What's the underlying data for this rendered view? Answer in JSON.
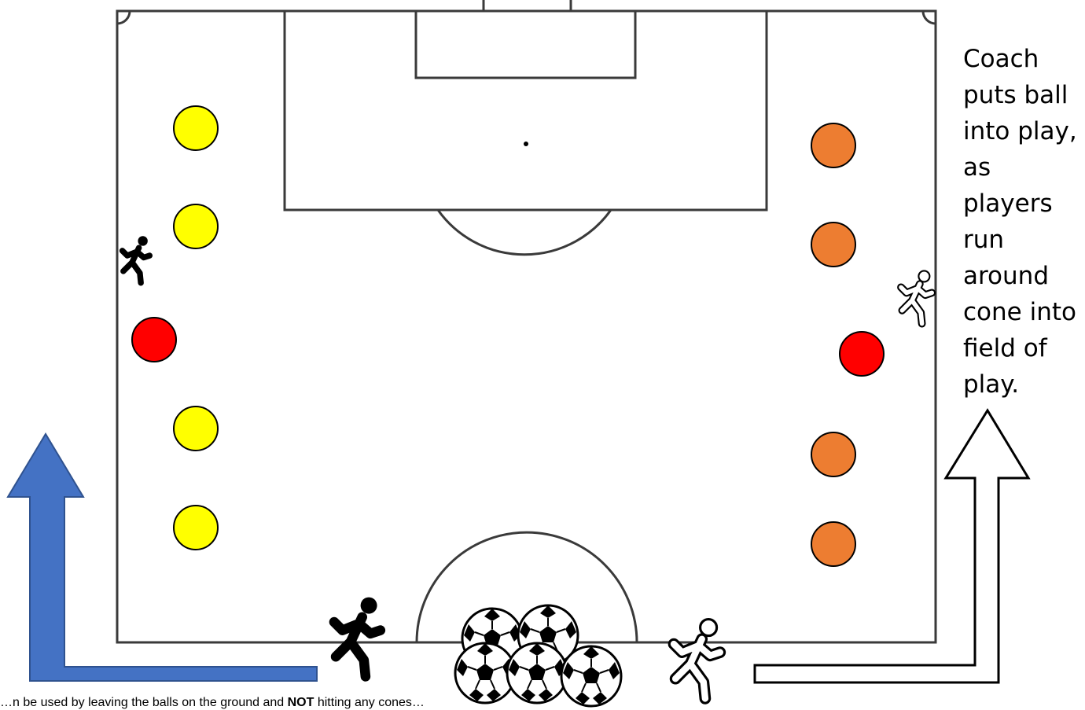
{
  "instruction": {
    "text": "Coach puts ball into play, as players run around cone into field of play."
  },
  "caption": {
    "text_before": "…n be used by leaving the balls on the ground and",
    "text_bold": "NOT",
    "text_after": "hitting any cones…"
  },
  "colors": {
    "line": "#3a3a3a",
    "yellow_cone": "#ffff00",
    "orange_cone": "#ed7d31",
    "red_cone": "#ff0000",
    "blue_arrow": "#4472c4",
    "white_arrow": "#ffffff"
  },
  "icons": {
    "player_runner": "running-player-icon",
    "soccer_ball": "soccer-ball-icon",
    "cone": "cone-marker-icon",
    "direction_arrow": "direction-arrow-icon"
  }
}
